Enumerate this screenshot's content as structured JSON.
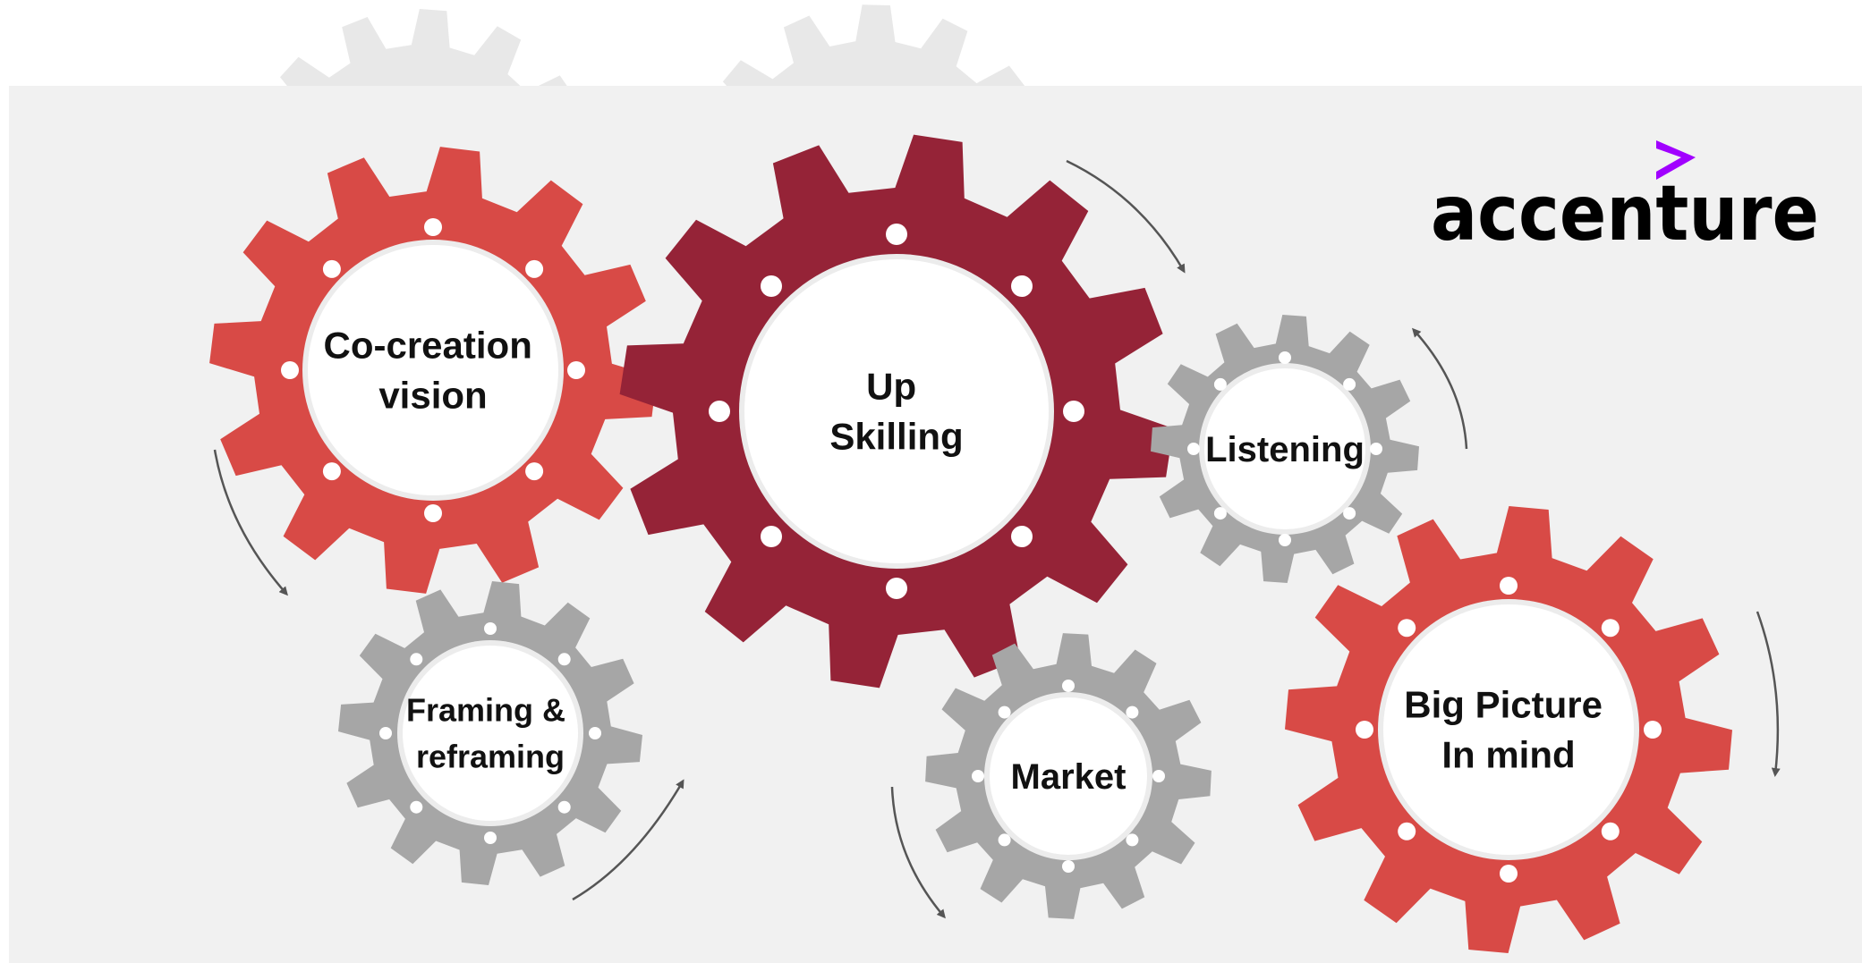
{
  "colors": {
    "background": "#f1f1f1",
    "page": "#ffffff",
    "gear_red": "#d84a46",
    "gear_dark_red": "#952337",
    "gear_grey": "#a6a6a6",
    "gear_faint": "#e8e8e8",
    "hub": "#ffffff",
    "hub_ring": "#ececec",
    "arrow": "#555555",
    "brand_accent": "#a100ff",
    "label_text": "#111111"
  },
  "logo": {
    "text": "accenture",
    "icon": "accenture-greater-than-icon"
  },
  "gears": [
    {
      "id": "co-creation-vision",
      "lines": [
        "Co-creation",
        "vision"
      ],
      "color": "red"
    },
    {
      "id": "up-skilling",
      "lines": [
        "Up",
        "Skilling"
      ],
      "color": "dark_red"
    },
    {
      "id": "listening",
      "lines": [
        "Listening"
      ],
      "color": "grey"
    },
    {
      "id": "framing-reframing",
      "lines": [
        "Framing &",
        "reframing"
      ],
      "color": "grey"
    },
    {
      "id": "market",
      "lines": [
        "Market"
      ],
      "color": "grey"
    },
    {
      "id": "big-picture-in-mind",
      "lines": [
        "Big Picture",
        "In mind"
      ],
      "color": "red"
    }
  ]
}
